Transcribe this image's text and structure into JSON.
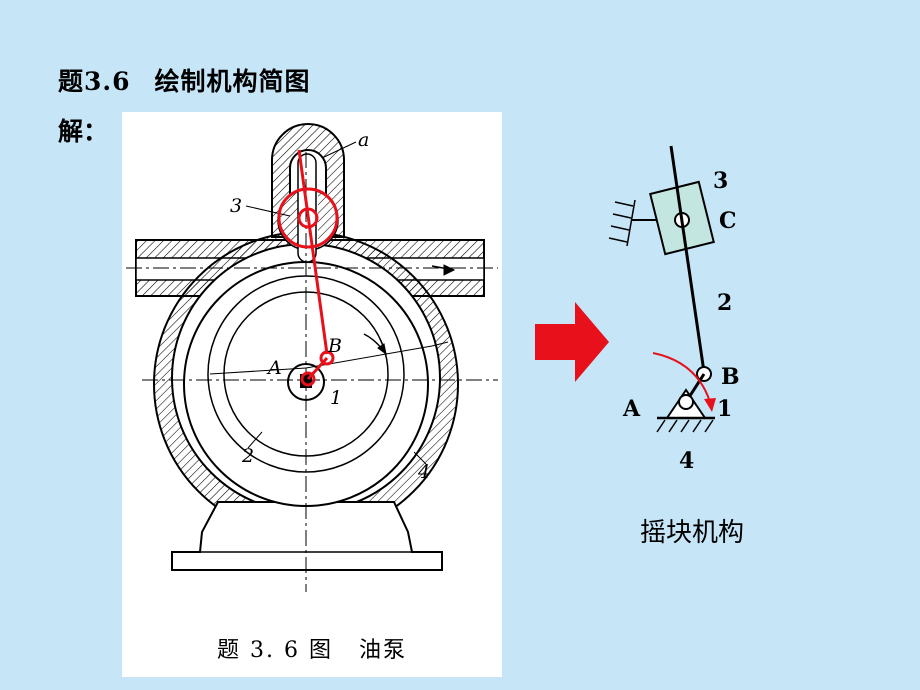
{
  "title": {
    "code": "题3.6",
    "text": "绘制机构简图"
  },
  "solution_label": "解：",
  "figure": {
    "labels": {
      "a": "a",
      "n3": "3",
      "B": "B",
      "A": "A",
      "n1": "1",
      "n2": "2",
      "n4": "4"
    },
    "caption": {
      "number": "题 3. 6 图",
      "name": "油泵"
    }
  },
  "schematic": {
    "labels": {
      "n3": "3",
      "C": "C",
      "n2": "2",
      "B": "B",
      "A": "A",
      "n1": "1",
      "n4": "4"
    }
  },
  "mechanism_name": "摇块机构",
  "colors": {
    "background": "#c6e6f8",
    "highlight_red": "#e8101a",
    "block_fill": "#c3e7e0"
  }
}
